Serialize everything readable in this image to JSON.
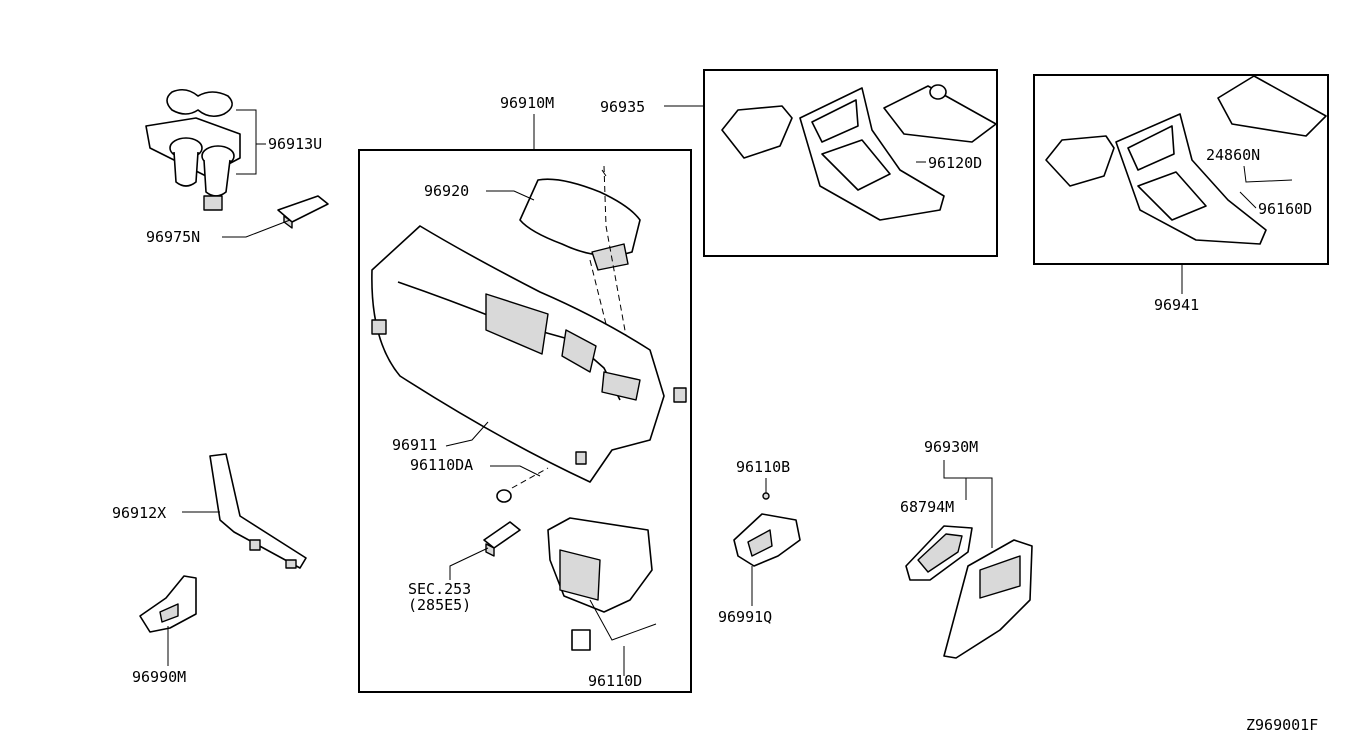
{
  "diagram_id": "Z969001F",
  "colors": {
    "line": "#000000",
    "background": "#ffffff",
    "shade": "#d9d9d9"
  },
  "labels": {
    "p96913U": "96913U",
    "p96975N": "96975N",
    "p96910M": "96910M",
    "p96920": "96920",
    "p96911": "96911",
    "p96110DA": "96110DA",
    "p96935": "96935",
    "p96120D": "96120D",
    "p24860N": "24860N",
    "p96160D": "96160D",
    "p96941": "96941",
    "p96912X": "96912X",
    "p96990M": "96990M",
    "sec253": "SEC.253",
    "sec253_sub": "(285E5)",
    "p96110D": "96110D",
    "p96110B": "96110B",
    "p96991Q": "96991Q",
    "p96930M": "96930M",
    "p68794M": "68794M"
  },
  "icons": [
    "cup-holder-icon",
    "console-box-icon",
    "armrest-lid-icon",
    "shift-finisher-icon",
    "trim-strip-icon",
    "bracket-icon",
    "rear-vent-icon"
  ]
}
